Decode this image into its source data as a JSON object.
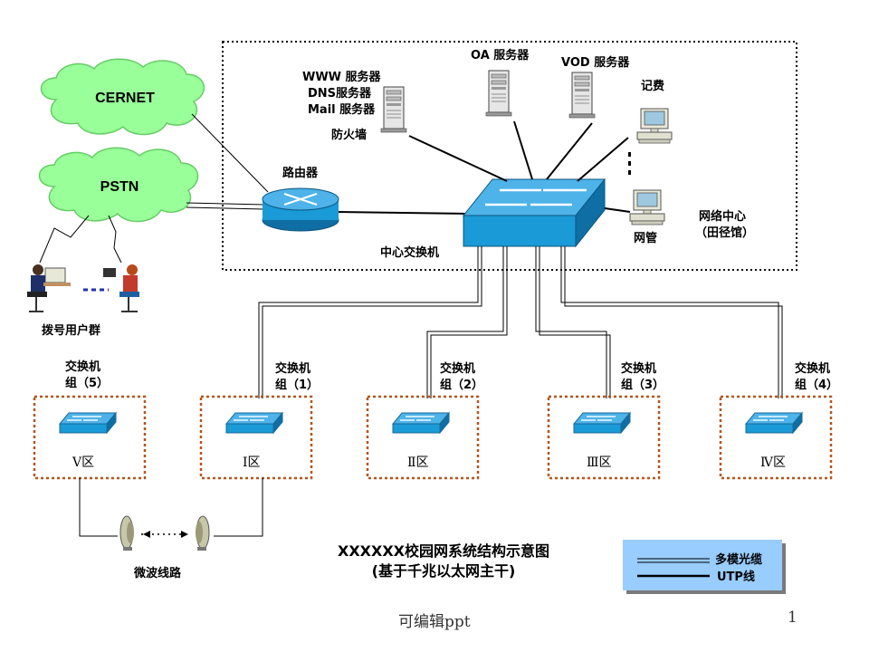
{
  "network_center": {
    "www_server": "WWW 服务器",
    "dns_server": "DNS服务器",
    "mail_server": "Mail 服务器",
    "firewall": "防火墙",
    "oa_server": "OA 服务器",
    "vod_server": "VOD 服务器",
    "billing": "记费",
    "router": "路由器",
    "core_switch": "中心交换机",
    "management": "网管",
    "center_name_1": "网络中心",
    "center_name_2": "（田径馆）"
  },
  "external": {
    "cernet": "CERNET",
    "pstn": "PSTN",
    "dialup_users": "拨号用户群"
  },
  "groups": [
    {
      "line1": "交换机",
      "line2": "组（5）",
      "zone": "Ⅴ区"
    },
    {
      "line1": "交换机",
      "line2": "组（1）",
      "zone": "Ⅰ区"
    },
    {
      "line1": "交换机",
      "line2": "组（2）",
      "zone": "Ⅱ区"
    },
    {
      "line1": "交换机",
      "line2": "组（3）",
      "zone": "Ⅲ区"
    },
    {
      "line1": "交换机",
      "line2": "组（4）",
      "zone": "Ⅳ区"
    }
  ],
  "microwave": "微波线路",
  "title": {
    "line1": "XXXXXX校园网系统结构示意图",
    "line2": "(基于千兆以太网主干)"
  },
  "legend": {
    "fiber": "多模光缆",
    "utp": "UTP线"
  },
  "footer": {
    "caption": "可编辑ppt",
    "page": "1"
  },
  "colors": {
    "cloud": "#99ff99",
    "switch": "#1a9ad6",
    "legend_bg": "#99ccff",
    "group_border": "#b5551d"
  }
}
